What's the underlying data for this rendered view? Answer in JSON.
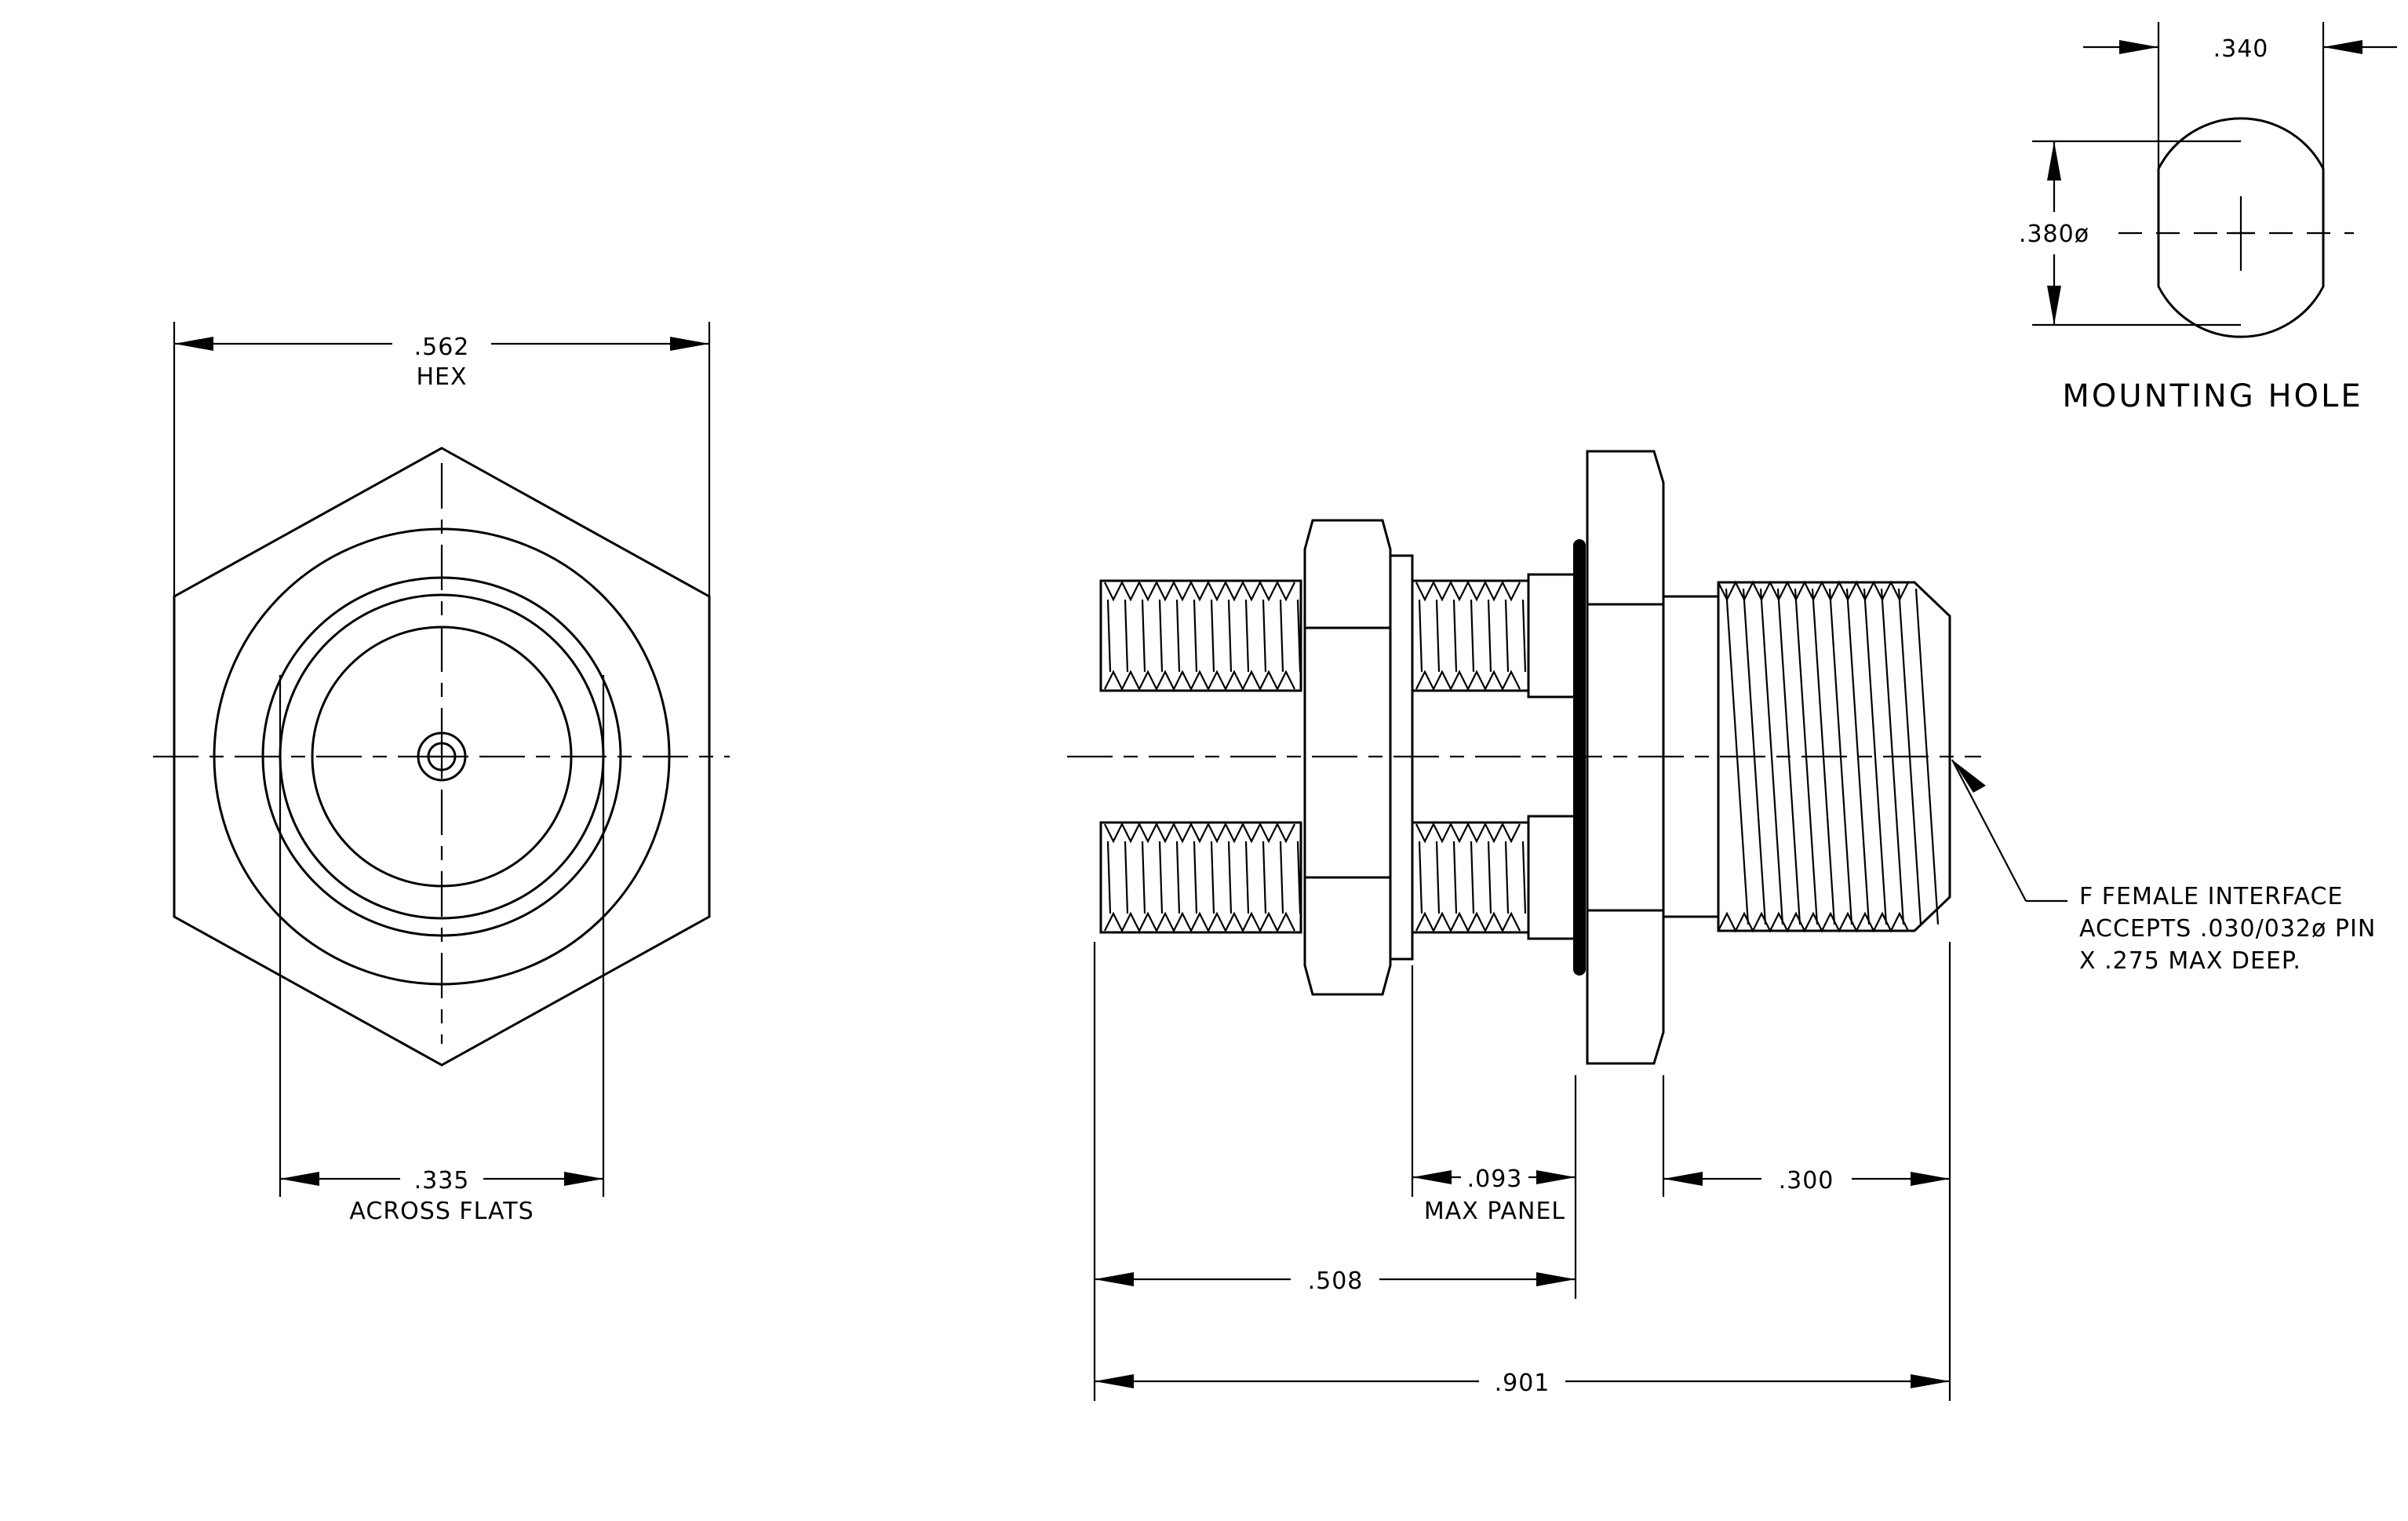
{
  "front_view": {
    "hex_dim": ".562",
    "hex_label": "HEX",
    "flats_dim": ".335",
    "flats_label": "ACROSS FLATS"
  },
  "side_view": {
    "panel_dim": ".093",
    "panel_label": "MAX PANEL",
    "thread_dim": ".300",
    "left_dim": ".508",
    "overall_dim": ".901",
    "note": [
      "F FEMALE INTERFACE",
      "ACCEPTS .030/032ø PIN",
      "X .275 MAX DEEP."
    ]
  },
  "mounting_hole": {
    "width_dim": ".340",
    "dia_dim": ".380ø",
    "title": "MOUNTING HOLE"
  }
}
